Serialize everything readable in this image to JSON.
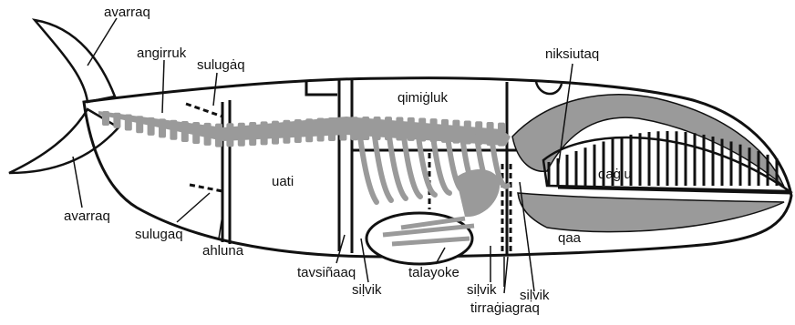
{
  "labels": {
    "avarraq_top": "avarraq",
    "avarraq_bottom": "avarraq",
    "angirruk": "angirruk",
    "sulugaq_top": "sulugȧq",
    "sulugaq_bottom": "sulugaq",
    "niksiutaq": "niksiutaq",
    "qimigluk": "qimiġluk",
    "uati": "uati",
    "qaglu": "qaġlu",
    "qaa": "qaa",
    "ahluna": "ahluna",
    "tavsinaaq": "tavsiñaaq",
    "silvik_1": "siḷvik",
    "talayoke": "talayoke",
    "silvik_2": "siḷvik",
    "silvik_3": "siḷvik",
    "tirragiagraq": "tirraġiagraq"
  },
  "colors": {
    "outline": "#111111",
    "bone": "#9a9a9a",
    "background": "#ffffff"
  }
}
